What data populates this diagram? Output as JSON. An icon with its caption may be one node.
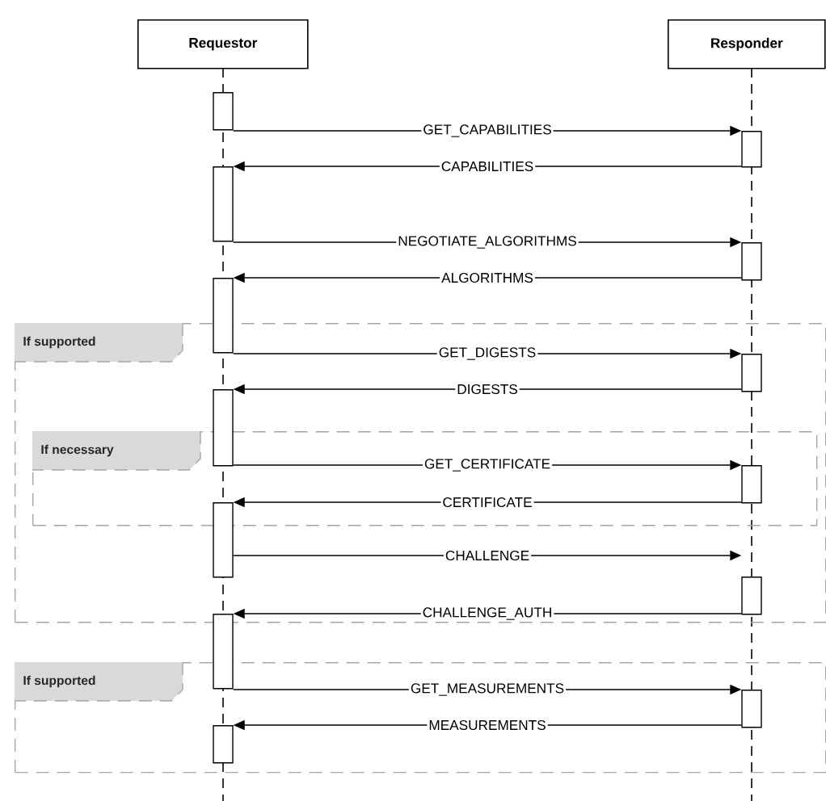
{
  "diagram": {
    "nodes": [
      {
        "text": [
          "Requestor"
        ]
      },
      {
        "text": [
          "Responder"
        ]
      },
      {
        "text": [
          "If supported"
        ]
      },
      {
        "text": [
          "If necessary"
        ],
        "in": 2
      },
      {
        "text": [
          "If supported"
        ]
      },
      {
        "text": [],
        "shape": "bar"
      },
      {
        "text": [],
        "shape": "bar"
      },
      {
        "text": [],
        "shape": "bar"
      },
      {
        "text": [],
        "shape": "bar"
      },
      {
        "text": [],
        "shape": "bar"
      },
      {
        "text": [],
        "shape": "bar",
        "in": 2
      },
      {
        "text": [],
        "shape": "bar",
        "in": 2
      },
      {
        "text": [],
        "shape": "bar",
        "in": 3
      },
      {
        "text": [],
        "shape": "bar",
        "in": 2
      },
      {
        "text": [],
        "shape": "bar",
        "in": 2
      },
      {
        "text": [],
        "shape": "bar"
      },
      {
        "text": [],
        "shape": "bar",
        "in": 4
      },
      {
        "text": [],
        "shape": "bar",
        "in": 4
      }
    ],
    "edges": [
      {
        "from": 5,
        "to": 6,
        "arrow": "to",
        "label": "GET_CAPABILITIES"
      },
      {
        "from": 6,
        "to": 7,
        "arrow": "to",
        "label": "CAPABILITIES"
      },
      {
        "from": 7,
        "to": 8,
        "arrow": "to",
        "label": "NEGOTIATE_ALGORITHMS"
      },
      {
        "from": 8,
        "to": 9,
        "arrow": "to",
        "label": "ALGORITHMS"
      },
      {
        "from": 9,
        "to": 10,
        "arrow": "to",
        "label": "GET_DIGESTS"
      },
      {
        "from": 10,
        "to": 11,
        "arrow": "to",
        "label": "DIGESTS"
      },
      {
        "from": 11,
        "to": 12,
        "arrow": "to",
        "label": "GET_CERTIFICATE"
      },
      {
        "from": 12,
        "to": 13,
        "arrow": "to",
        "label": "CERTIFICATE"
      },
      {
        "from": 13,
        "to": 14,
        "arrow": "to",
        "label": "CHALLENGE"
      },
      {
        "from": 14,
        "to": 15,
        "arrow": "to",
        "label": "CHALLENGE_AUTH"
      },
      {
        "from": 15,
        "to": 16,
        "arrow": "to",
        "label": "GET_MEASUREMENTS"
      },
      {
        "from": 16,
        "to": 17,
        "arrow": "to",
        "label": "MEASUREMENTS"
      }
    ]
  }
}
